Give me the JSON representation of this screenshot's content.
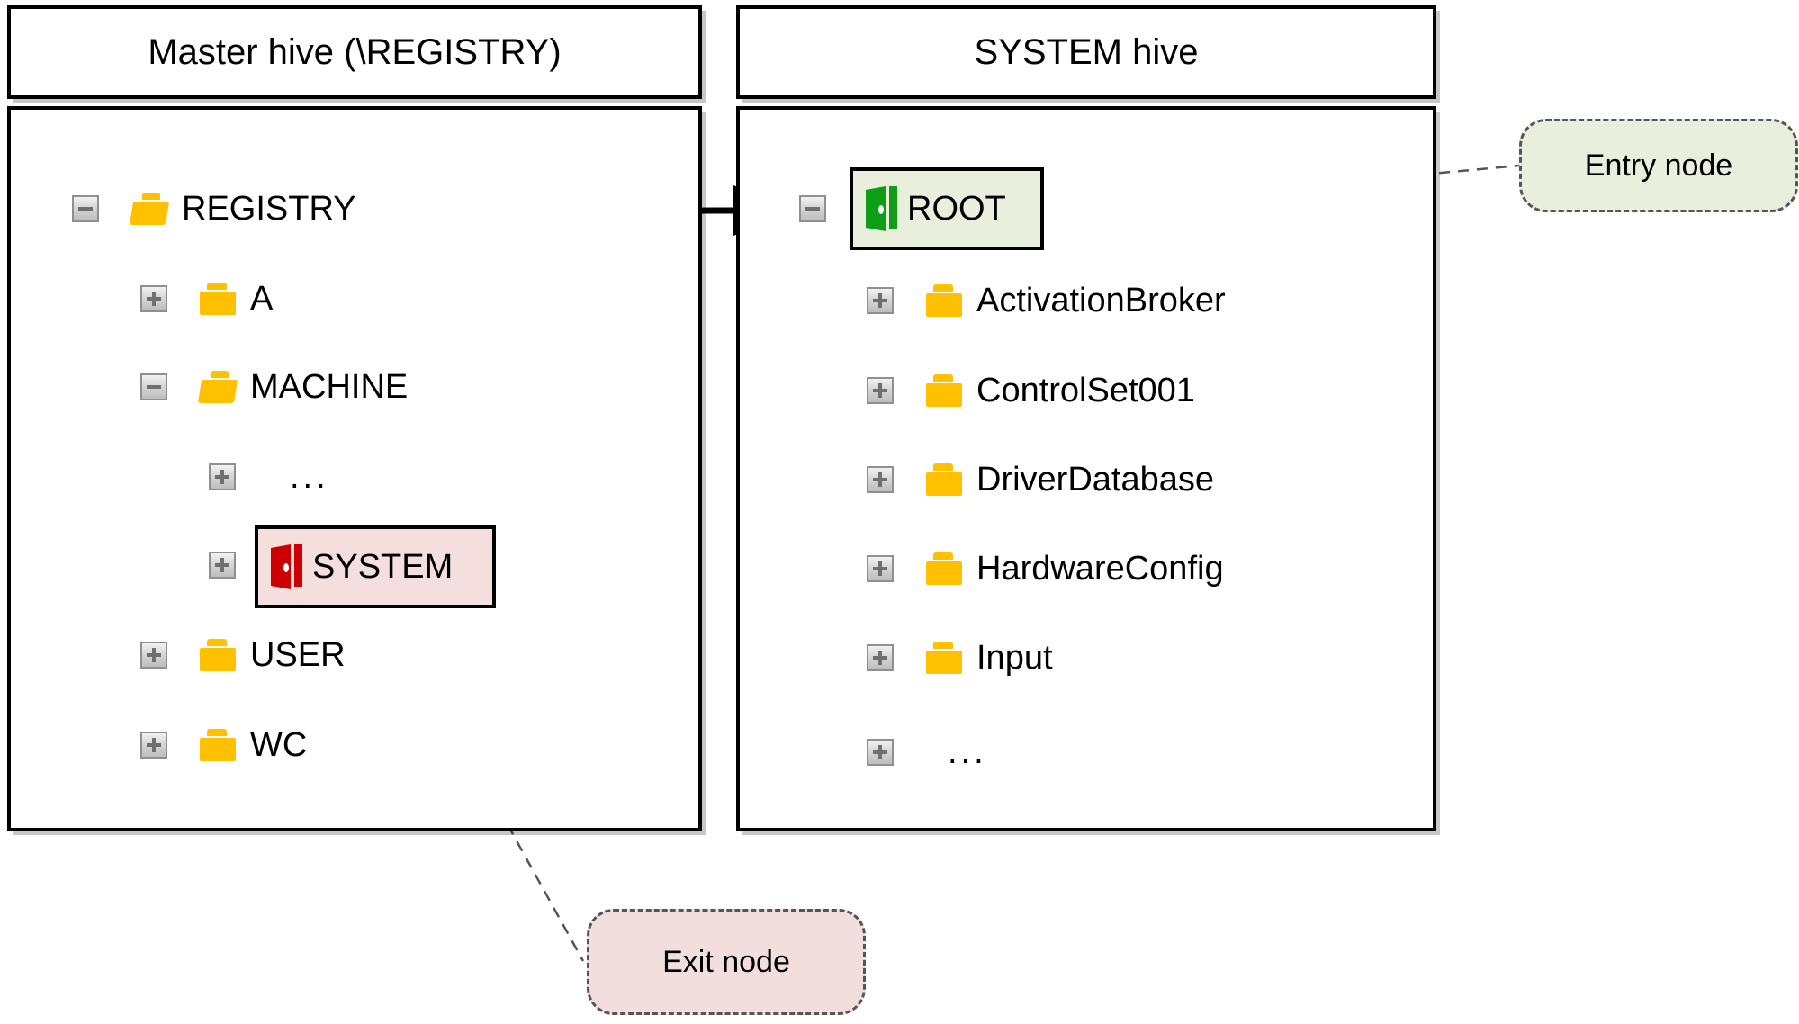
{
  "panels": {
    "left": {
      "title": "Master hive (\\REGISTRY)",
      "nodes": [
        {
          "label": "REGISTRY",
          "toggle": "minus",
          "icon": "folder-open-icon",
          "depth": 0
        },
        {
          "label": "A",
          "toggle": "plus",
          "icon": "folder-closed-icon",
          "depth": 1
        },
        {
          "label": "MACHINE",
          "toggle": "minus",
          "icon": "folder-open-icon",
          "depth": 1
        },
        {
          "label": "...",
          "toggle": "plus",
          "icon": "none",
          "depth": 2
        },
        {
          "label": "SYSTEM",
          "toggle": "plus",
          "icon": "door-red-icon",
          "depth": 2,
          "highlight": "exit"
        },
        {
          "label": "USER",
          "toggle": "plus",
          "icon": "folder-closed-icon",
          "depth": 1
        },
        {
          "label": "WC",
          "toggle": "plus",
          "icon": "folder-closed-icon",
          "depth": 1
        }
      ]
    },
    "right": {
      "title": "SYSTEM hive",
      "nodes": [
        {
          "label": "ROOT",
          "toggle": "minus",
          "icon": "door-green-icon",
          "depth": 0,
          "highlight": "entry"
        },
        {
          "label": "ActivationBroker",
          "toggle": "plus",
          "icon": "folder-closed-icon",
          "depth": 1
        },
        {
          "label": "ControlSet001",
          "toggle": "plus",
          "icon": "folder-closed-icon",
          "depth": 1
        },
        {
          "label": "DriverDatabase",
          "toggle": "plus",
          "icon": "folder-closed-icon",
          "depth": 1
        },
        {
          "label": "HardwareConfig",
          "toggle": "plus",
          "icon": "folder-closed-icon",
          "depth": 1
        },
        {
          "label": "Input",
          "toggle": "plus",
          "icon": "folder-closed-icon",
          "depth": 1
        },
        {
          "label": "...",
          "toggle": "plus",
          "icon": "none",
          "depth": 1
        }
      ]
    }
  },
  "callouts": {
    "entry": "Entry node",
    "exit": "Exit node"
  },
  "colors": {
    "folder": "#FFC000",
    "door_exit": "#CC0000",
    "door_entry": "#0E9E16",
    "exit_fill": "#F5DEDE",
    "entry_fill": "#E8EFDC",
    "toggle_border": "#909090",
    "tree_line": "#808080",
    "link_arrow": "#000000",
    "outline": "#000000"
  }
}
